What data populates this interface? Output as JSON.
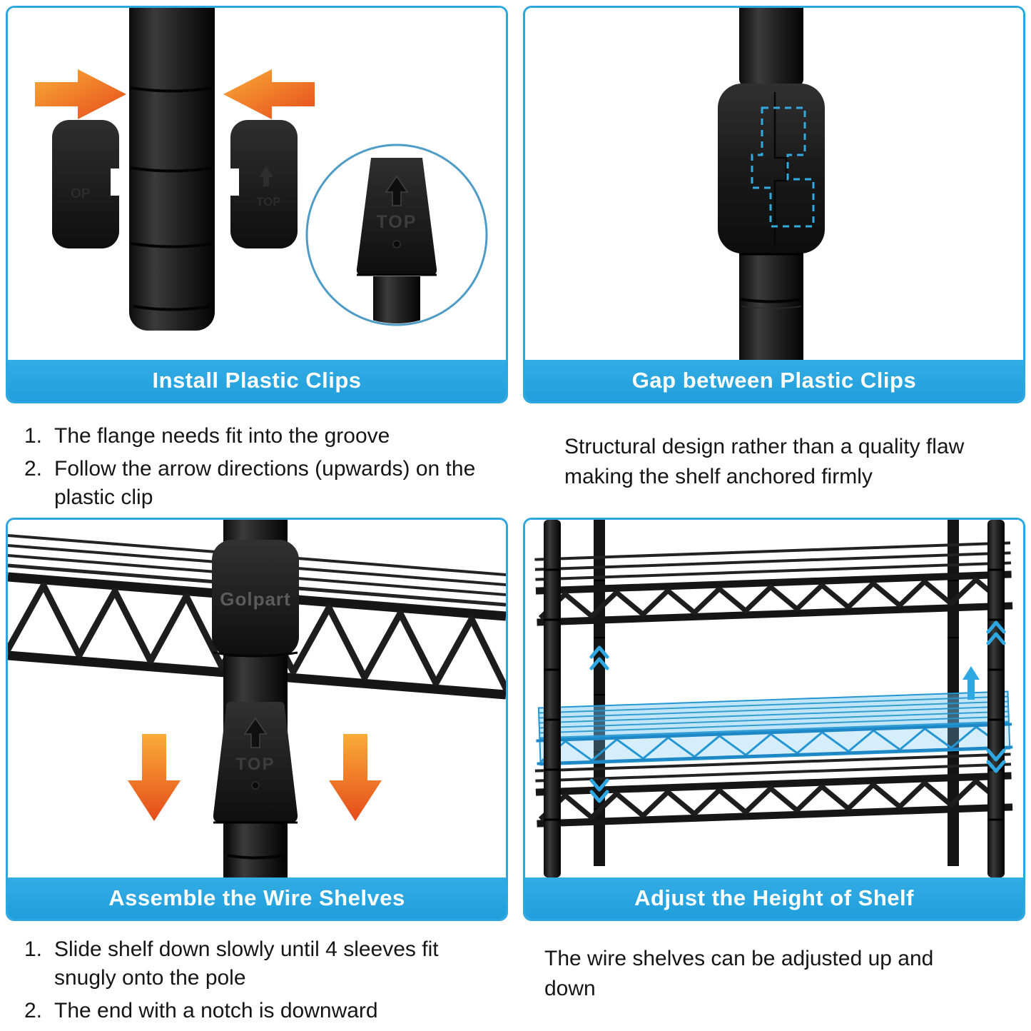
{
  "panels": [
    {
      "title": "Install Plastic Clips",
      "steps": [
        {
          "num": "1.",
          "text": "The flange needs fit into the groove"
        },
        {
          "num": "2.",
          "text": "Follow the arrow directions (upwards)  on the plastic clip"
        }
      ]
    },
    {
      "title": "Gap between Plastic Clips",
      "description": "Structural design rather than a quality flaw making the shelf anchored firmly"
    },
    {
      "title": "Assemble the Wire Shelves",
      "steps": [
        {
          "num": "1.",
          "text": "Slide shelf down slowly until 4 sleeves fit snugly onto the pole"
        },
        {
          "num": "2.",
          "text": "The end with a notch is downward"
        }
      ]
    },
    {
      "title": "Adjust the Height of Shelf",
      "description": "The wire shelves can be adjusted up and down"
    }
  ],
  "labels": {
    "top_marking": "TOP",
    "top_marking_partial": "OP",
    "brand_marking": "Golpart"
  },
  "colors": {
    "accent_blue": "#2EA7E0",
    "arrow_orange": "#EE6A1F",
    "highlight_blue": "#5BC0EB",
    "pole_black": "#1b1b1b"
  }
}
